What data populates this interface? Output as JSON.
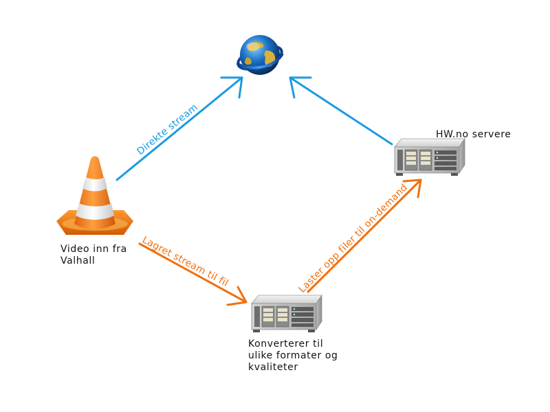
{
  "colors": {
    "blue": "#1a9be0",
    "orange": "#f07010",
    "text": "#111111"
  },
  "nodes": {
    "internet": {
      "icon": "globe-icon"
    },
    "source": {
      "icon": "vlc-cone-icon",
      "label_lines": [
        "Video inn fra",
        "Valhall"
      ]
    },
    "converter": {
      "icon": "server-icon",
      "label_lines": [
        "Konverterer til",
        "ulike formater og",
        "kvaliteter"
      ]
    },
    "hw_servers": {
      "icon": "server-icon",
      "label_lines": [
        "HW.no servere"
      ]
    }
  },
  "edges": {
    "direct_stream": {
      "label": "Direkte stream",
      "color": "blue"
    },
    "saved_stream": {
      "label": "Lagret stream til fil",
      "color": "orange"
    },
    "upload_files": {
      "label": "Laster opp filer til on-demand",
      "color": "orange"
    },
    "servers_to_internet": {
      "label": "",
      "color": "blue"
    }
  }
}
